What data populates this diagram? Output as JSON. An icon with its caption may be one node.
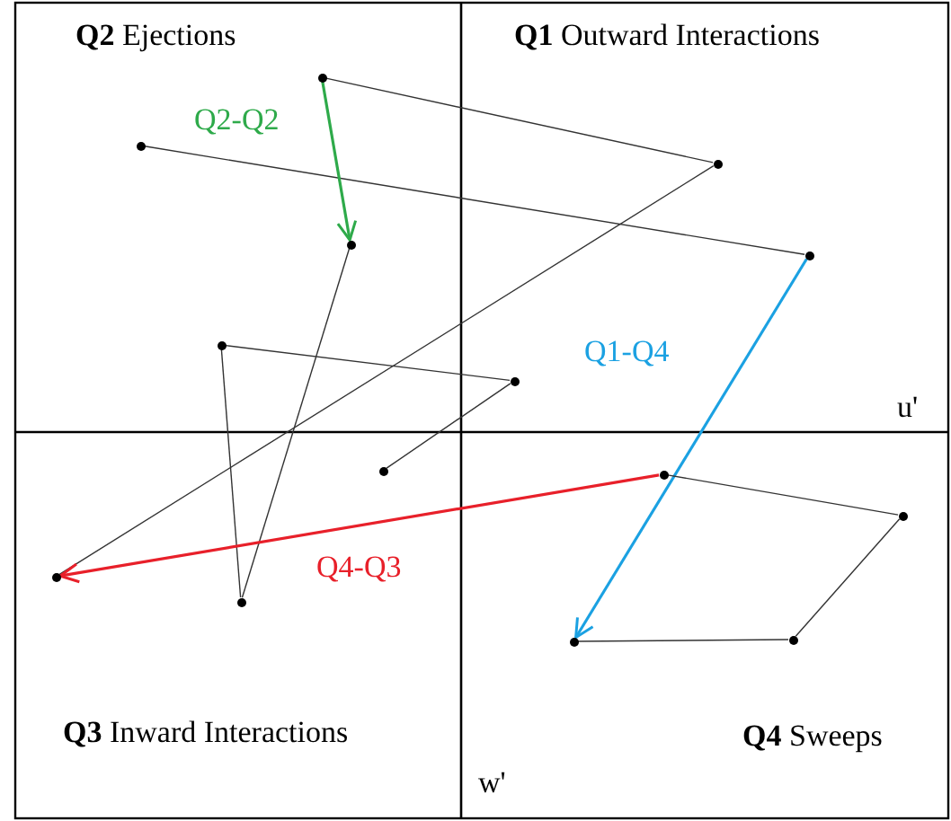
{
  "diagram": {
    "nodes": [
      {
        "text": [],
        "shape": "circle"
      },
      {
        "text": [],
        "shape": "circle"
      },
      {
        "text": [],
        "shape": "circle"
      },
      {
        "text": [],
        "shape": "circle"
      },
      {
        "text": [],
        "shape": "circle"
      },
      {
        "text": [],
        "shape": "circle"
      },
      {
        "text": [],
        "shape": "circle"
      },
      {
        "text": [],
        "shape": "circle"
      },
      {
        "text": [],
        "shape": "circle"
      },
      {
        "text": [],
        "shape": "circle"
      },
      {
        "text": [],
        "shape": "circle"
      },
      {
        "text": [],
        "shape": "circle"
      },
      {
        "text": [],
        "shape": "circle"
      },
      {
        "text": [],
        "shape": "circle"
      }
    ],
    "edges": [
      {
        "from": 0,
        "to": 2,
        "arrow": "none"
      },
      {
        "from": 2,
        "to": 10,
        "arrow": "none"
      },
      {
        "from": 1,
        "to": 4,
        "arrow": "none"
      },
      {
        "from": 4,
        "to": 13,
        "arrow": "to",
        "label": "Q1-Q4",
        "color": "#1ba1e2"
      },
      {
        "from": 0,
        "to": 3,
        "arrow": "to",
        "label": "Q2-Q2",
        "color": "#2eaa4a"
      },
      {
        "from": 3,
        "to": 11,
        "arrow": "none"
      },
      {
        "from": 11,
        "to": 5,
        "arrow": "none"
      },
      {
        "from": 5,
        "to": 6,
        "arrow": "none"
      },
      {
        "from": 6,
        "to": 7,
        "arrow": "none"
      },
      {
        "from": 8,
        "to": 10,
        "arrow": "to",
        "label": "Q4-Q3",
        "color": "#e8202a"
      },
      {
        "from": 8,
        "to": 9,
        "arrow": "none"
      },
      {
        "from": 9,
        "to": 12,
        "arrow": "none"
      },
      {
        "from": 12,
        "to": 13,
        "arrow": "none"
      }
    ],
    "labels": [
      "**Q2** Ejections",
      "**Q1** Outward Interactions",
      "u'",
      "**Q3** Inward Interactions",
      "w'",
      "**Q4** Sweeps"
    ]
  }
}
